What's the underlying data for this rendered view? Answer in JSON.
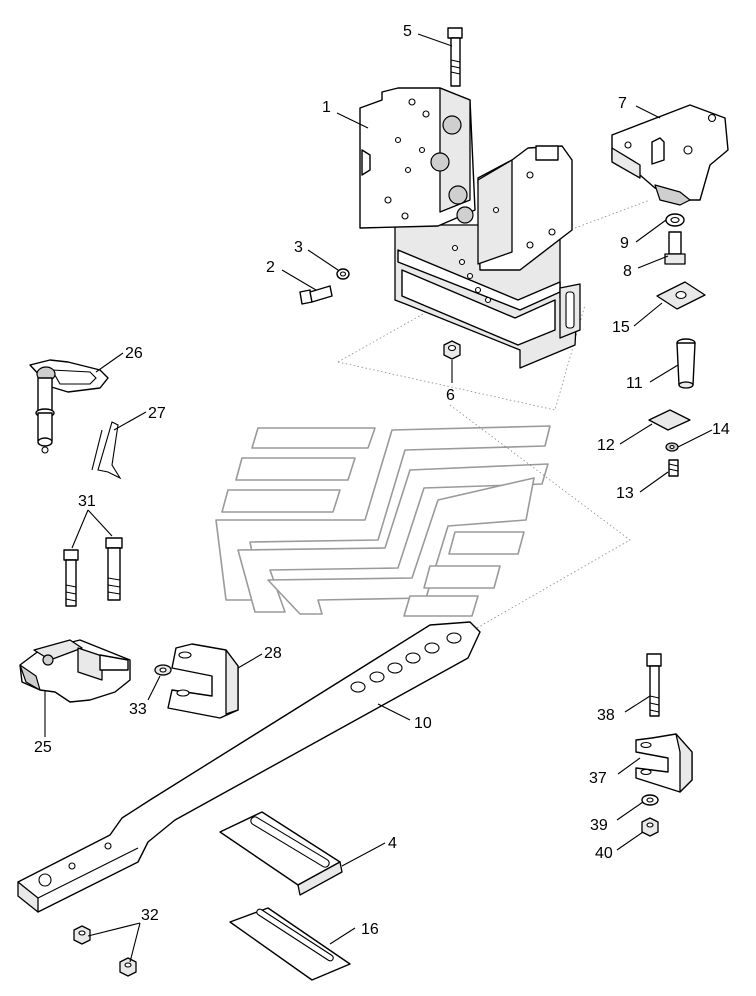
{
  "callouts": [
    {
      "id": "1",
      "label": "1"
    },
    {
      "id": "2",
      "label": "2"
    },
    {
      "id": "3",
      "label": "3"
    },
    {
      "id": "4",
      "label": "4"
    },
    {
      "id": "5",
      "label": "5"
    },
    {
      "id": "6",
      "label": "6"
    },
    {
      "id": "7",
      "label": "7"
    },
    {
      "id": "8",
      "label": "8"
    },
    {
      "id": "9",
      "label": "9"
    },
    {
      "id": "10",
      "label": "10"
    },
    {
      "id": "11",
      "label": "11"
    },
    {
      "id": "12",
      "label": "12"
    },
    {
      "id": "13",
      "label": "13"
    },
    {
      "id": "14",
      "label": "14"
    },
    {
      "id": "15",
      "label": "15"
    },
    {
      "id": "16",
      "label": "16"
    },
    {
      "id": "25",
      "label": "25"
    },
    {
      "id": "26",
      "label": "26"
    },
    {
      "id": "27",
      "label": "27"
    },
    {
      "id": "28",
      "label": "28"
    },
    {
      "id": "31",
      "label": "31"
    },
    {
      "id": "32",
      "label": "32"
    },
    {
      "id": "33",
      "label": "33"
    },
    {
      "id": "37",
      "label": "37"
    },
    {
      "id": "38",
      "label": "38"
    },
    {
      "id": "39",
      "label": "39"
    },
    {
      "id": "40",
      "label": "40"
    }
  ],
  "colors": {
    "line": "#000000",
    "watermark": "#9a9a9a",
    "background": "#ffffff"
  }
}
